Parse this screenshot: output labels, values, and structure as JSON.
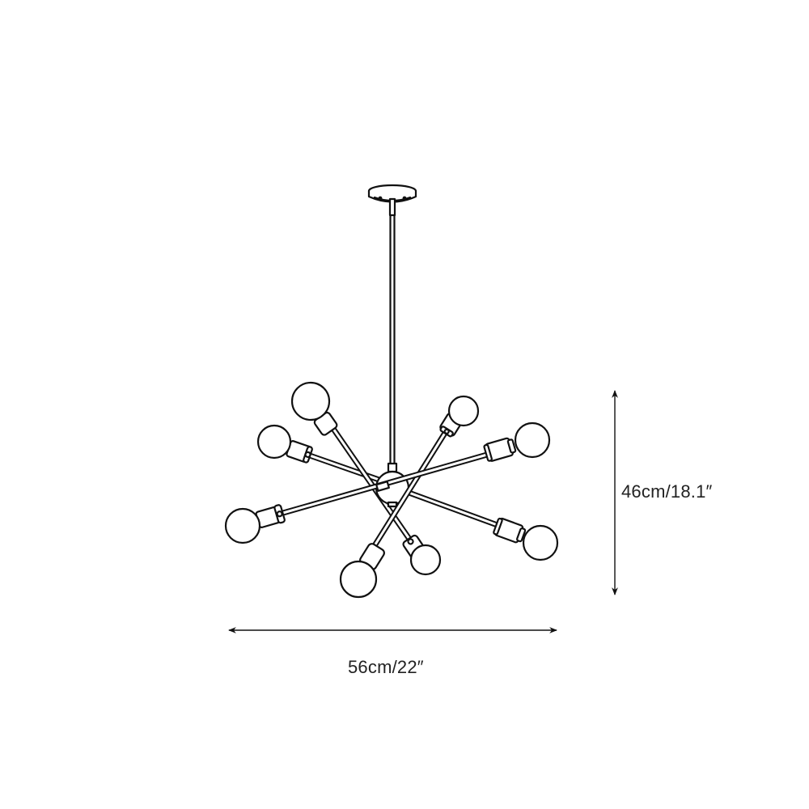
{
  "diagram": {
    "subject": "sputnik-style 8-light pendant chandelier line drawing",
    "colors": {
      "stroke": "#111111",
      "background": "#ffffff",
      "text": "#222222"
    },
    "dimensions": {
      "height": {
        "label": "46cm/18.1″",
        "value_cm": 46,
        "value_in": 18.1
      },
      "width": {
        "label": "56cm/22″",
        "value_cm": 56,
        "value_in": 22
      }
    },
    "parts": {
      "canopy": "ceiling-canopy",
      "rod": "downrod",
      "hub": "center-sphere-hub",
      "bulb_count": 8
    }
  }
}
